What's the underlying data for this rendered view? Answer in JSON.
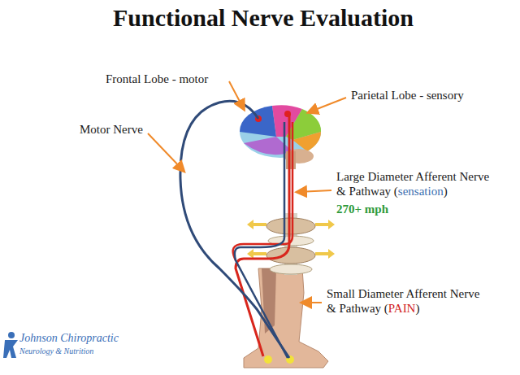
{
  "diagram": {
    "title": "Functional Nerve Evaluation",
    "labels": [
      "Frontal Lobe - motor",
      "Parietal Lobe - sensory",
      "Motor Nerve",
      "Large Diameter Afferent Nerve & Pathway (sensation)",
      "270+ mph",
      "Small Diameter Afferent Nerve & Pathway (PAIN)",
      "Johnson Chiropractic",
      "Neurology & Nutrition"
    ]
  }
}
